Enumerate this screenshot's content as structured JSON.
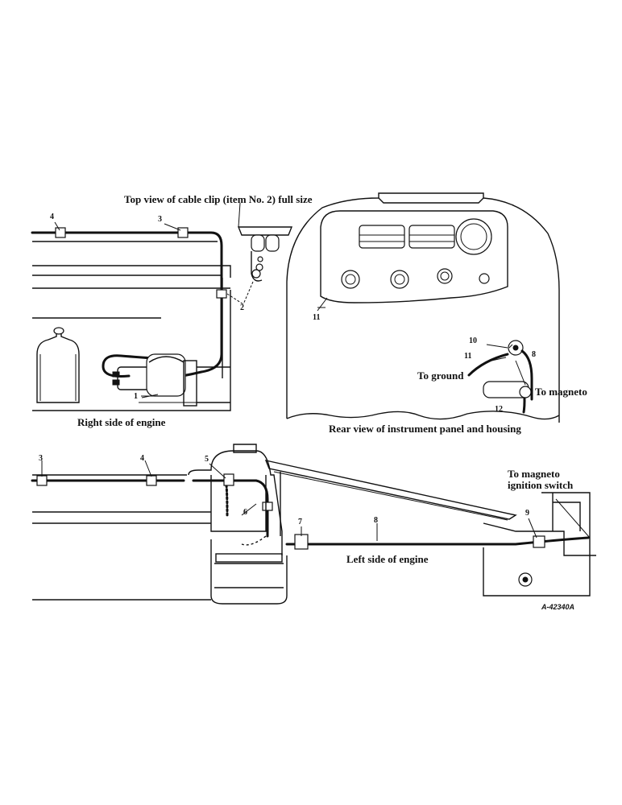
{
  "labels": {
    "clip_caption": "Top view of cable clip (item No. 2) full size",
    "right_side": "Right side of engine",
    "rear_view": "Rear view of instrument panel and housing",
    "left_side": "Left side of engine",
    "to_ground": "To ground",
    "to_magneto": "To magneto",
    "to_switch_1": "To magneto",
    "to_switch_2": "ignition switch",
    "figure_ref": "A-42340A"
  },
  "callouts": {
    "rs_4": "4",
    "rs_3": "3",
    "rs_2": "2",
    "rs_1": "1",
    "rv_11a": "11",
    "rv_10": "10",
    "rv_11b": "11",
    "rv_8": "8",
    "rv_12": "12",
    "ls_3": "3",
    "ls_4": "4",
    "ls_5": "5",
    "ls_6": "6",
    "ls_7": "7",
    "ls_8": "8",
    "ls_9": "9"
  }
}
